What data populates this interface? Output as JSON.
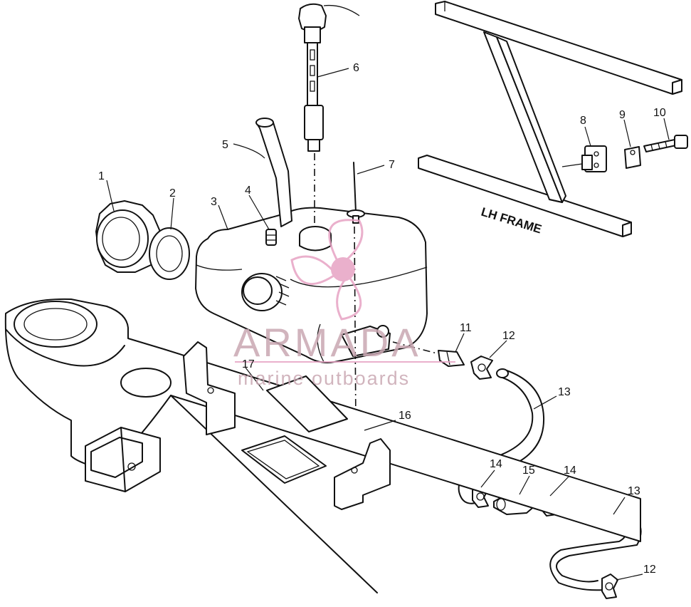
{
  "diagram": {
    "frame_label": "LH FRAME",
    "callouts": {
      "c1": "1",
      "c2": "2",
      "c3": "3",
      "c4": "4",
      "c5": "5",
      "c6": "6",
      "c7": "7",
      "c8": "8",
      "c9": "9",
      "c10": "10",
      "c11": "11",
      "c12a": "12",
      "c12b": "12",
      "c13a": "13",
      "c13b": "13",
      "c14a": "14",
      "c14b": "14",
      "c15": "15",
      "c16": "16",
      "c17": "17"
    }
  },
  "watermark": {
    "brand": "ARMADA",
    "tagline": "marine outboards",
    "color": "#c9a7b2",
    "accent": "#e7a3c4"
  }
}
